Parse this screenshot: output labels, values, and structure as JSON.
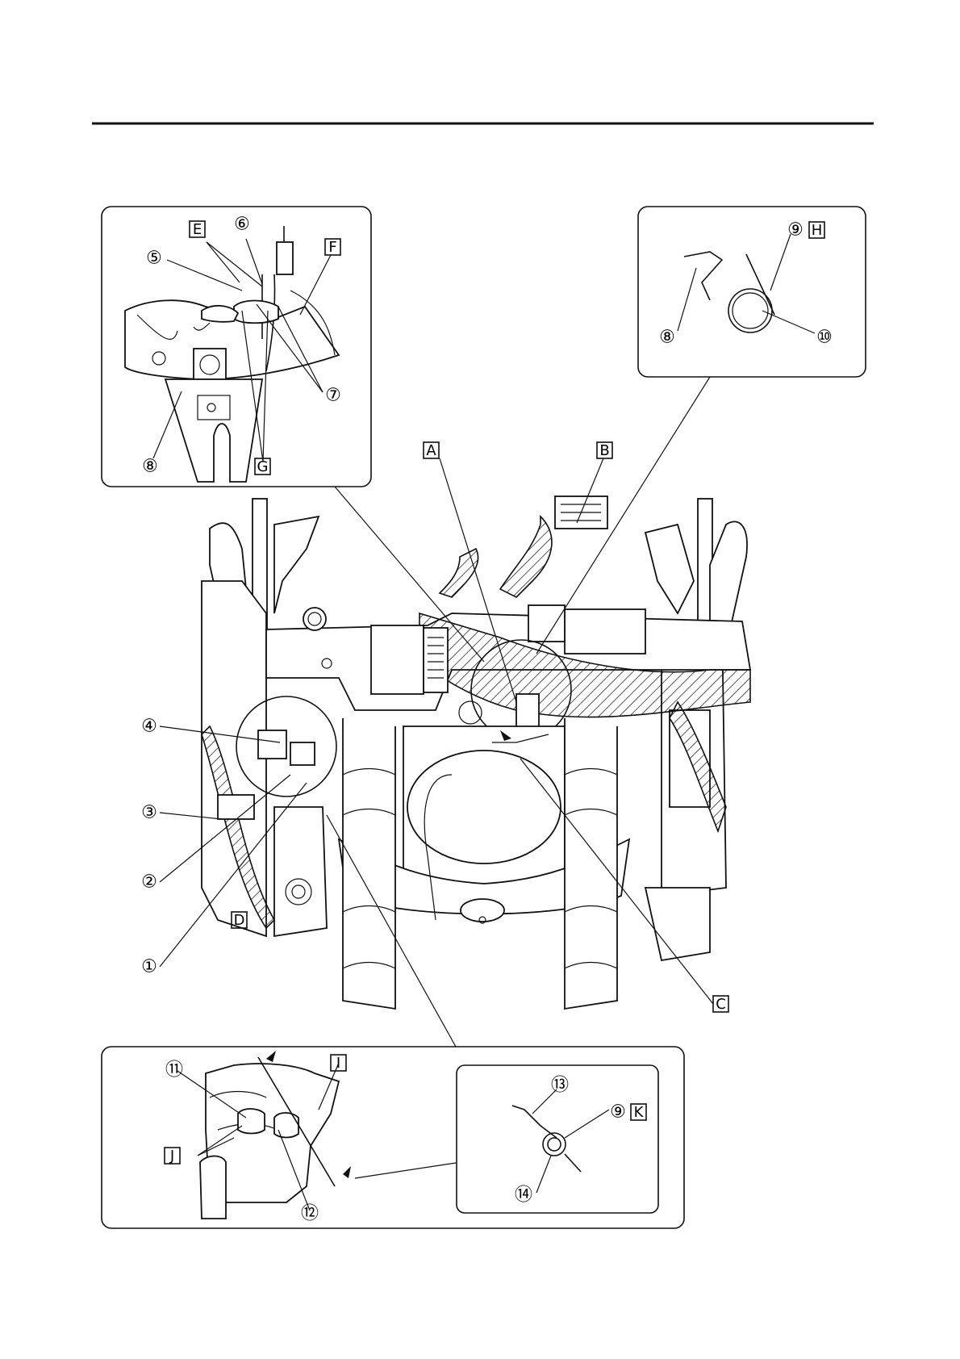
{
  "callouts": {
    "n1": "①",
    "n2": "②",
    "n3": "③",
    "n4": "④",
    "n5": "⑤",
    "n6": "⑥",
    "n7": "⑦",
    "n8": "⑧",
    "n9": "⑨",
    "n10": "⑩",
    "n11": "⑪",
    "n12": "⑫",
    "n13": "⑬",
    "n14": "⑭"
  },
  "letters": {
    "A": "A",
    "B": "B",
    "C": "C",
    "D": "D",
    "E": "E",
    "F": "F",
    "G": "G",
    "H": "H",
    "I": "I",
    "J": "J",
    "K": "K"
  },
  "colors": {
    "ink": "#111111",
    "paper": "#ffffff"
  }
}
